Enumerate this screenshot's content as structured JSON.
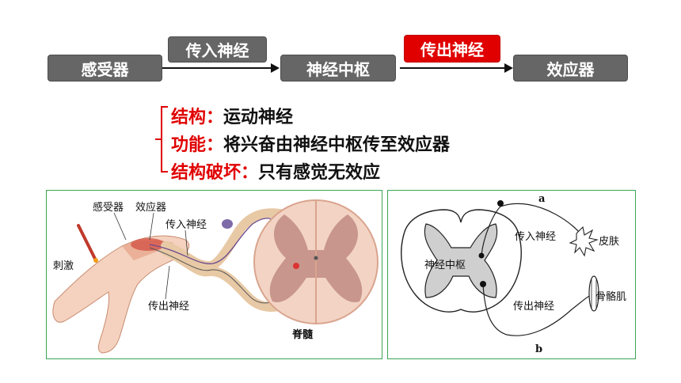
{
  "flow": {
    "receptor": "感受器",
    "afferent": "传入神经",
    "center": "神经中枢",
    "efferent": "传出神经",
    "effector": "效应器"
  },
  "info": {
    "structure_key": "结构：",
    "structure_val": "运动神经",
    "function_key": "功能：",
    "function_val": "将兴奋由神经中枢传至效应器",
    "damage_key": "结构破坏：",
    "damage_val": "只有感觉无效应"
  },
  "left_figure": {
    "receptor": "感受器",
    "effector": "效应器",
    "afferent": "传入神经",
    "stimulus": "刺激",
    "efferent": "传出神经",
    "spinal_cord": "脊髓"
  },
  "right_figure": {
    "label_a": "a",
    "label_b": "b",
    "afferent": "传入神经",
    "skin": "皮肤",
    "center": "神经中枢",
    "efferent": "传出神经",
    "muscle": "骨骼肌"
  },
  "colors": {
    "flow_box": "#666666",
    "highlight": "#e00000",
    "panel_border": "#3aa655"
  }
}
